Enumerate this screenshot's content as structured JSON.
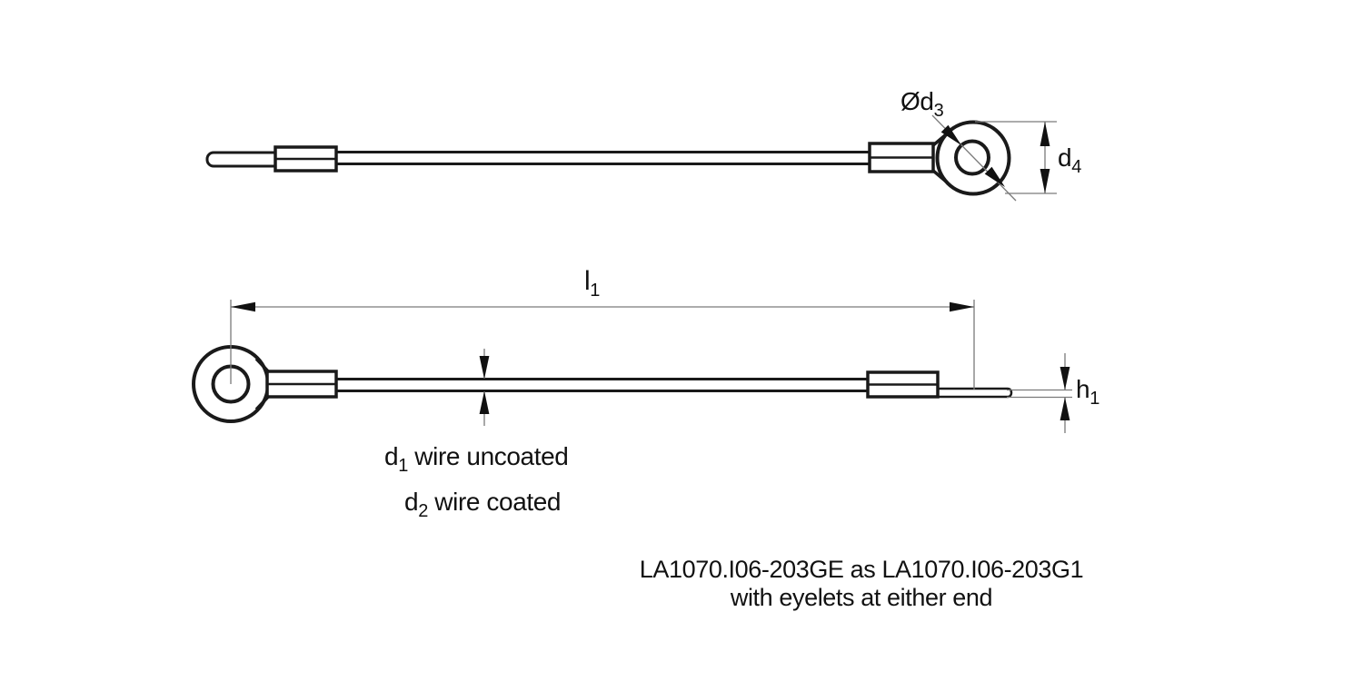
{
  "drawing": {
    "dimension_labels": {
      "hole_diameter": {
        "base": "Ød",
        "sub": "3"
      },
      "outer_diameter": {
        "base": "d",
        "sub": "4"
      },
      "length": {
        "base": "l",
        "sub": "1"
      },
      "tab_height": {
        "base": "h",
        "sub": "1"
      }
    },
    "wire_notes": {
      "uncoated": {
        "base": "d",
        "sub": "1",
        "rest": " wire uncoated"
      },
      "coated": {
        "base": "d",
        "sub": "2",
        "rest": " wire coated"
      }
    },
    "caption": {
      "line1": "LA1070.I06-203GE as LA1070.I06-203G1",
      "line2": "with eyelets at either end"
    },
    "colors": {
      "outline": "#1a1a1a",
      "dimension_line": "#7a7a7a",
      "arrow": "#111111",
      "background": "#ffffff"
    }
  }
}
